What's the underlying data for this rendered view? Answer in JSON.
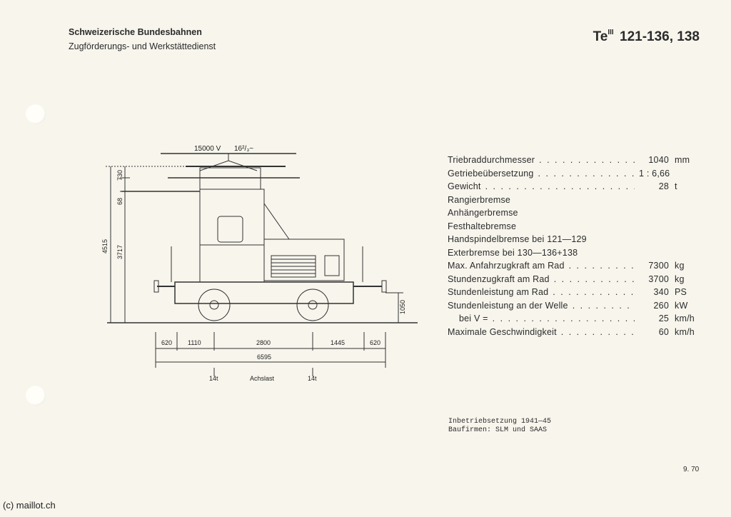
{
  "header": {
    "organization": "Schweizerische Bundesbahnen",
    "department": "Zugförderungs- und Werkstättedienst",
    "type_prefix": "Te",
    "type_superscript": "III",
    "type_numbers": "121-136, 138"
  },
  "drawing": {
    "voltage": "15000 V",
    "frequency": "16²/₃~",
    "height_total": "4515",
    "height_body": "3717",
    "height_mid": "68",
    "height_top": "730",
    "buffer_height": "1050",
    "dim_620_left": "620",
    "dim_1110": "1110",
    "dim_2800": "2800",
    "dim_1445": "1445",
    "dim_620_right": "620",
    "length_total": "6595",
    "axle_load_left": "14t",
    "axle_load_label": "Achslast",
    "axle_load_right": "14t"
  },
  "specs": [
    {
      "label": "Triebraddurchmesser",
      "value": "1040",
      "unit": "mm",
      "dots": true
    },
    {
      "label": "Getriebeübersetzung",
      "value": "1 : 6,66",
      "unit": "",
      "dots": true
    },
    {
      "label": "Gewicht",
      "value": "28",
      "unit": "t",
      "dots": true
    },
    {
      "label": "Rangierbremse",
      "value": "",
      "unit": "",
      "dots": false
    },
    {
      "label": "Anhängerbremse",
      "value": "",
      "unit": "",
      "dots": false
    },
    {
      "label": "Festhaltebremse",
      "value": "",
      "unit": "",
      "dots": false
    },
    {
      "label": "Handspindelbremse bei 121—129",
      "value": "",
      "unit": "",
      "dots": false
    },
    {
      "label": "Exterbremse bei 130—136+138",
      "value": "",
      "unit": "",
      "dots": false
    },
    {
      "label": "Max. Anfahrzugkraft am Rad",
      "value": "7300",
      "unit": "kg",
      "dots": true
    },
    {
      "label": "Stundenzugkraft am Rad",
      "value": "3700",
      "unit": "kg",
      "dots": true
    },
    {
      "label": "Stundenleistung am Rad",
      "value": "340",
      "unit": "PS",
      "dots": true
    },
    {
      "label": "Stundenleistung an der Welle",
      "value": "260",
      "unit": "kW",
      "dots": true
    },
    {
      "label": "bei V =",
      "value": "25",
      "unit": "km/h",
      "dots": true,
      "indent": true
    },
    {
      "label": "Maximale Geschwindigkeit",
      "value": "60",
      "unit": "km/h",
      "dots": true
    }
  ],
  "footer": {
    "commissioning": "Inbetriebsetzung 1941—45",
    "builders": "Baufirmen: SLM und SAAS",
    "edition": "9. 70",
    "copyright": "(c) maillot.ch"
  }
}
